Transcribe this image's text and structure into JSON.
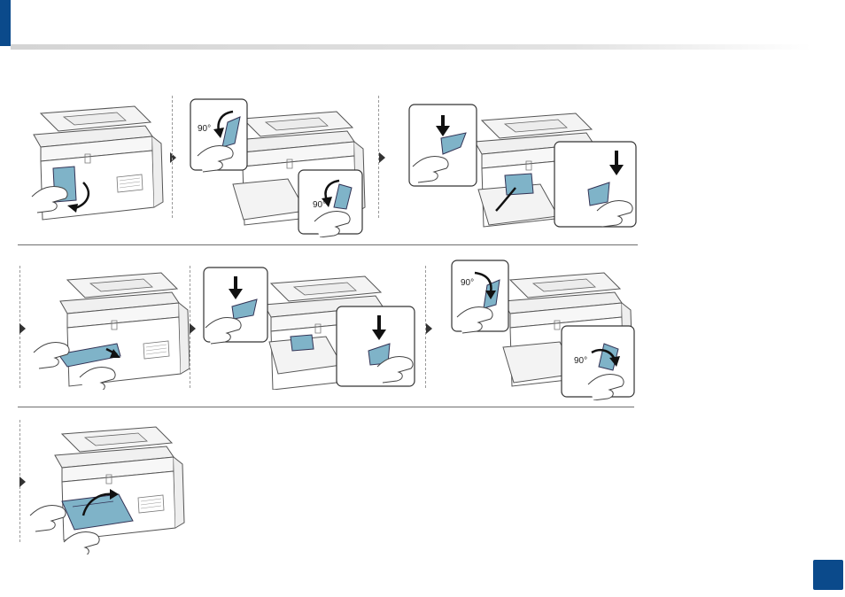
{
  "page_number": "",
  "callouts": {
    "angle_label": "90°"
  },
  "colors": {
    "brand_blue": "#0b4a8b",
    "paper_blue": "#7fb3c8",
    "line_gray": "#6f6f6f"
  },
  "steps": [
    {
      "id": 1,
      "icon": "open-rear-cover-illustration"
    },
    {
      "id": 2,
      "icon": "rotate-fuser-levers-illustration"
    },
    {
      "id": 3,
      "icon": "press-down-guide-levers-illustration"
    },
    {
      "id": 4,
      "icon": "pull-out-paper-illustration"
    },
    {
      "id": 5,
      "icon": "push-up-guide-levers-illustration"
    },
    {
      "id": 6,
      "icon": "rotate-levers-back-illustration"
    },
    {
      "id": 7,
      "icon": "close-rear-cover-illustration"
    }
  ]
}
